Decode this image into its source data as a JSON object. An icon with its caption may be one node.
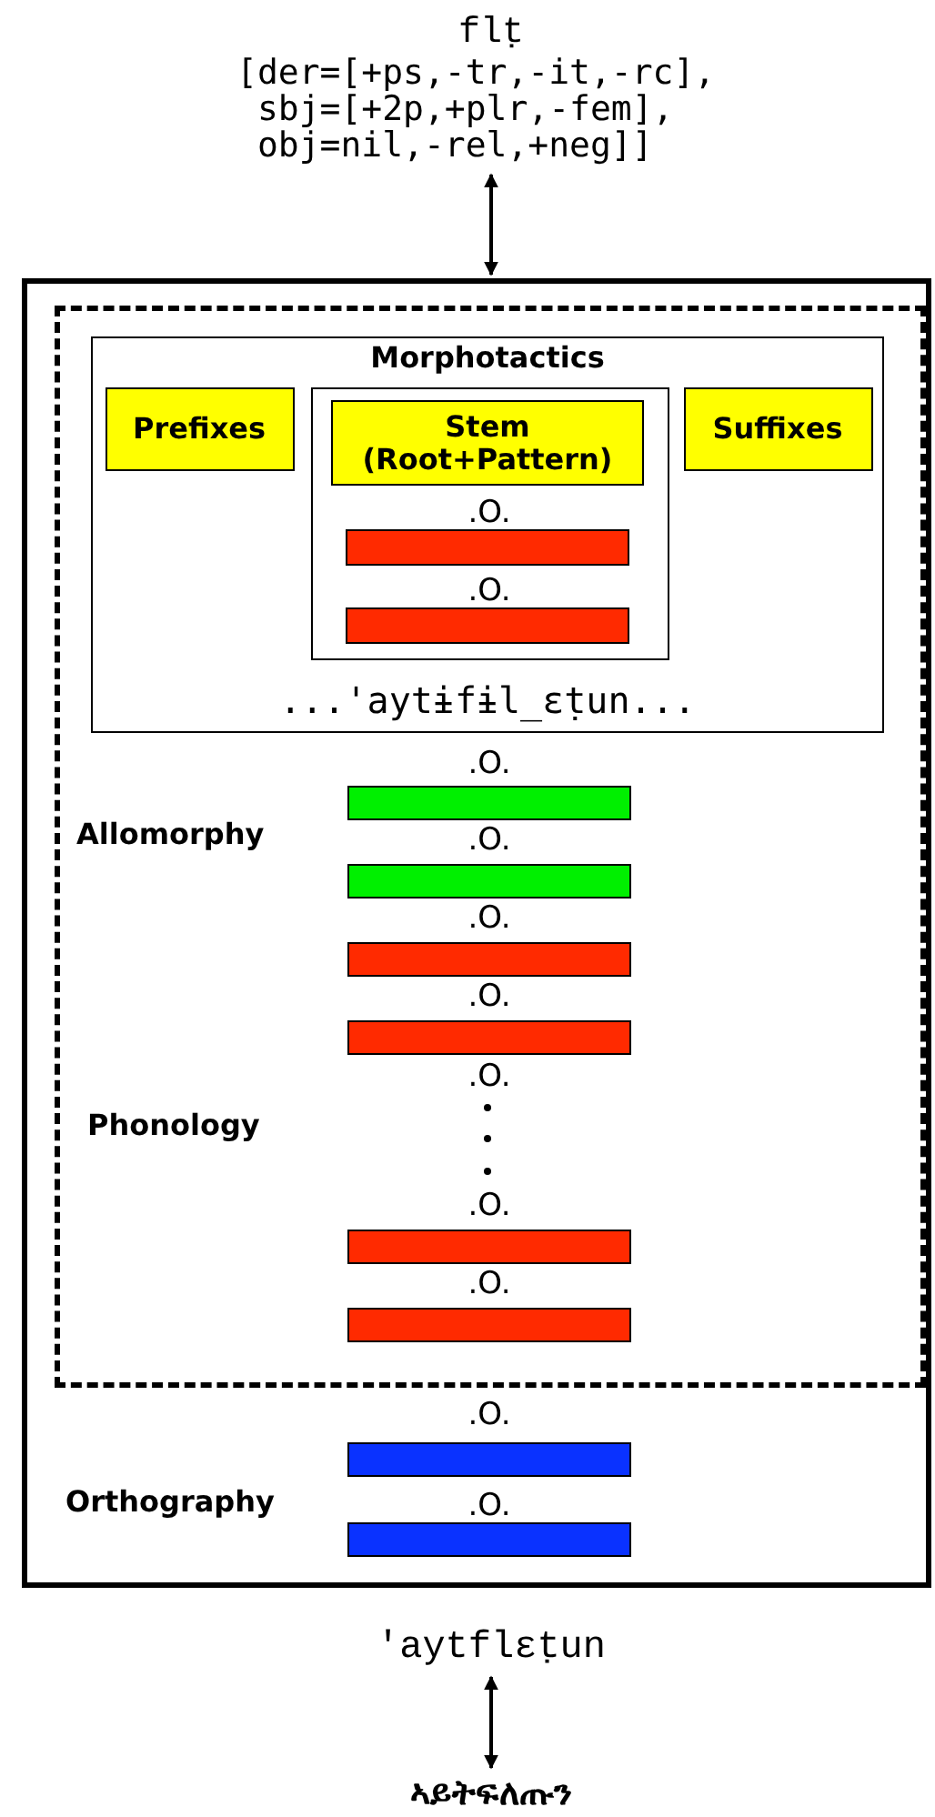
{
  "diagram": {
    "nodes": [
      {
        "text": [
          "flṭ",
          "[der=[+ps,-tr,-it,-rc], sbj=[+2p,+plr,-fem], obj=nil,-rel,+neg]]"
        ]
      },
      {
        "text": [],
        "shape": "box"
      },
      {
        "text": [],
        "shape": "box",
        "in": 1
      },
      {
        "text": [
          "Morphotactics",
          "...'aytɨfɨl_ɛṭun..."
        ],
        "in": 2
      },
      {
        "text": [
          "Prefixes"
        ],
        "in": 3
      },
      {
        "text": [],
        "shape": "box",
        "in": 3
      },
      {
        "text": [
          "Stem (Root+Pattern)"
        ],
        "in": 5
      },
      {
        "text": [],
        "shape": "bar",
        "in": 5
      },
      {
        "text": [],
        "shape": "bar",
        "in": 5
      },
      {
        "text": [
          "Suffixes"
        ],
        "in": 3
      },
      {
        "text": [],
        "shape": "bar",
        "in": 2
      },
      {
        "text": [],
        "shape": "bar",
        "in": 2
      },
      {
        "text": [],
        "shape": "bar",
        "in": 2
      },
      {
        "text": [],
        "shape": "bar",
        "in": 2
      },
      {
        "text": [],
        "shape": "bar",
        "in": 2
      },
      {
        "text": [],
        "shape": "bar",
        "in": 2
      },
      {
        "text": [],
        "shape": "bar",
        "in": 1
      },
      {
        "text": [],
        "shape": "bar",
        "in": 1
      },
      {
        "text": [
          "'aytflɛṭun"
        ]
      },
      {
        "text": [
          "ኣይትፍለጡን"
        ]
      }
    ],
    "edges": [
      {
        "from": 0,
        "to": 1,
        "arrow": "both"
      },
      {
        "from": 18,
        "to": 19,
        "arrow": "both"
      }
    ],
    "labels": [
      ".O.",
      ".O.",
      ".O.",
      "Allomorphy",
      ".O.",
      ".O.",
      ".O.",
      ".O.",
      "Phonology",
      ".O.",
      ".O.",
      ".O.",
      "Orthography",
      ".O."
    ]
  }
}
